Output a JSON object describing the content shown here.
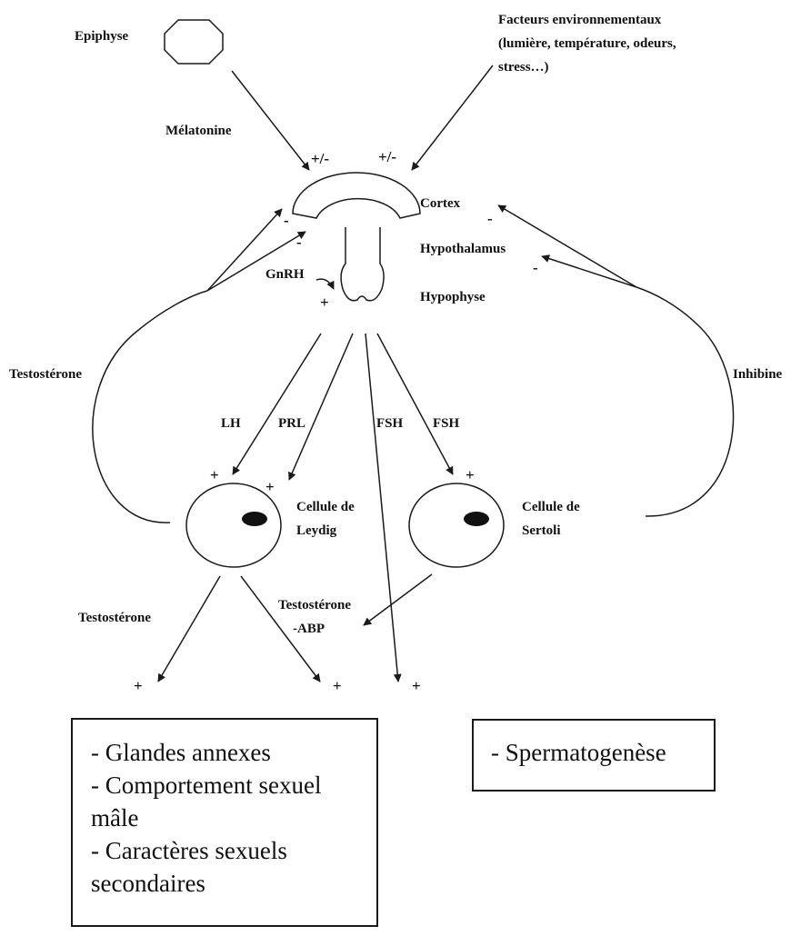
{
  "labels": {
    "epiphyse": "Epiphyse",
    "env_factors_title": "Facteurs environnementaux",
    "env_factors_line2": "(lumière, température, odeurs,",
    "env_factors_line3": "stress…)",
    "melatonine": "Mélatonine",
    "cortex": "Cortex",
    "hypothalamus": "Hypothalamus",
    "hypophyse": "Hypophyse",
    "gnrh": "GnRH",
    "testosterone_left": "Testostérone",
    "inhibine": "Inhibine",
    "lh": "LH",
    "prl": "PRL",
    "fsh_1": "FSH",
    "fsh_2": "FSH",
    "leydig_line1": "Cellule de",
    "leydig_line2": "Leydig",
    "sertoli_line1": "Cellule de",
    "sertoli_line2": "Sertoli",
    "testosterone_bottom": "Testostérone",
    "testo_abp_line1": "Testostérone",
    "testo_abp_line2": "-ABP"
  },
  "signs": {
    "melatonine_effect": "+/-",
    "env_effect": "+/-",
    "testo_cortex": "-",
    "testo_hypothalamus": "-",
    "inhibine_cortex": "-",
    "inhibine_hypothalamus": "-",
    "gnrh_effect": "+",
    "lh_effect": "+",
    "prl_effect": "+",
    "fsh_effect": "+",
    "target_glands": "+",
    "target_abp": "+",
    "target_fsh": "+"
  },
  "boxes": {
    "left": [
      "- Glandes annexes",
      "- Comportement sexuel",
      "mâle",
      "- Caractères sexuels",
      "secondaires"
    ],
    "right": [
      "- Spermatogenèse"
    ]
  },
  "colors": {
    "line": "#1a1a1a",
    "text": "#111111",
    "background": "#ffffff"
  }
}
